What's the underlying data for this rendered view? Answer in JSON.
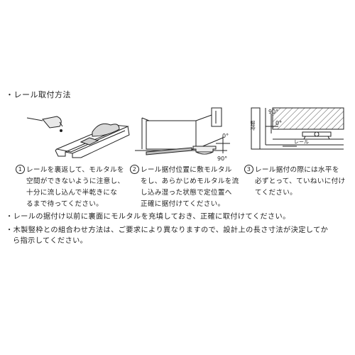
{
  "heading": "・レール取付方法",
  "figures": {
    "fig2_angle_0": "0°",
    "fig2_angle_90": "90°",
    "fig3_angle_90": "90°",
    "fig3_angle_0": "0°",
    "fig3_wall_label": "竪枠",
    "fig3_rail_label": "レール"
  },
  "steps": [
    {
      "number": "1",
      "lines": [
        "レールを裏返して、モルタルを",
        "空間ができないように注意し、",
        "十分に流し込んで半乾きにな",
        "るまで待ってください。"
      ]
    },
    {
      "number": "2",
      "lines": [
        "レール据付位置に敷モルタル",
        "をし、あらかじめモルタルを流",
        "し込み湿った状態で定位置へ",
        "正確に据付けてください。"
      ]
    },
    {
      "number": "3",
      "lines": [
        "レール据付の際には水平を",
        "必ずとって、ていねいに付け",
        "てください。"
      ]
    }
  ],
  "notes": [
    {
      "lines": [
        "・レールの据付け以前に裏面にモルタルを充填しておき、正確に取付けてください。"
      ]
    },
    {
      "lines": [
        "・木製竪枠との組合わせ方法は、ご要求により異なりますので、設計上の長さ寸法が決定してか",
        "ら指示してください。"
      ]
    }
  ]
}
